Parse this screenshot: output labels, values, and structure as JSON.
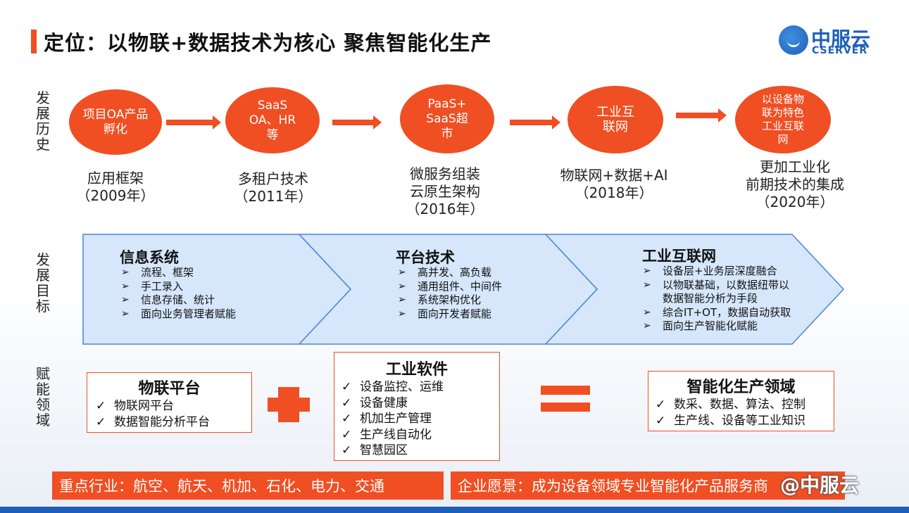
{
  "title": "定位：以物联+数据技术为核心 聚焦智能化生产",
  "logo": {
    "cn": "中服云",
    "en": "CSERVER"
  },
  "row_labels": {
    "history": "发展历史",
    "goals": "发展目标",
    "domains": "赋能领域"
  },
  "history": [
    {
      "bubble": "项目OA产品孵化",
      "caption": [
        "应用框架",
        "（2009年）"
      ]
    },
    {
      "bubble": "SaaS OA、HR等",
      "caption": [
        "多租户技术",
        "（2011年）"
      ]
    },
    {
      "bubble": "PaaS+ SaaS超市",
      "caption": [
        "微服务组装",
        "云原生架构",
        "（2016年）"
      ]
    },
    {
      "bubble": "工业互联网",
      "caption": [
        "物联网+数据+AI",
        "（2018年）"
      ]
    },
    {
      "bubble": "以设备物联为特色工业互联网",
      "caption": [
        "更加工业化",
        "前期技术的集成",
        "（2020年）"
      ]
    }
  ],
  "goals": [
    {
      "title": "信息系统",
      "items": [
        "流程、框架",
        "手工录入",
        "信息存储、统计",
        "面向业务管理者赋能"
      ]
    },
    {
      "title": "平台技术",
      "items": [
        "高并发、高负载",
        "通用组件、中间件",
        "系统架构优化",
        "面向开发者赋能"
      ]
    },
    {
      "title": "工业互联网",
      "items": [
        "设备层+业务层深度融合",
        "以物联基础，以数据纽带以数据智能分析为手段",
        "综合IT+OT，数据自动获取",
        "面向生产智能化赋能"
      ]
    }
  ],
  "domains": {
    "iot": {
      "title": "物联平台",
      "items": [
        "物联网平台",
        "数据智能分析平台"
      ]
    },
    "software": {
      "title": "工业软件",
      "items": [
        "设备监控、运维",
        "设备健康",
        "机加生产管理",
        "生产线自动化",
        "智慧园区"
      ]
    },
    "result": {
      "title": "智能化生产领域",
      "items": [
        "数采、数据、算法、控制",
        "生产线、设备等工业知识"
      ]
    }
  },
  "banners": {
    "industries": "重点行业：航空、航天、机加、石化、电力、交通",
    "vision": "企业愿景：成为设备领域专业智能化产品服务商"
  },
  "watermark": "@中服云",
  "colors": {
    "accent": "#ef4f23",
    "brand_blue": "#1d5fb8",
    "chevron_fill": "#d6e6fb",
    "chevron_stroke": "#4a86d6"
  }
}
